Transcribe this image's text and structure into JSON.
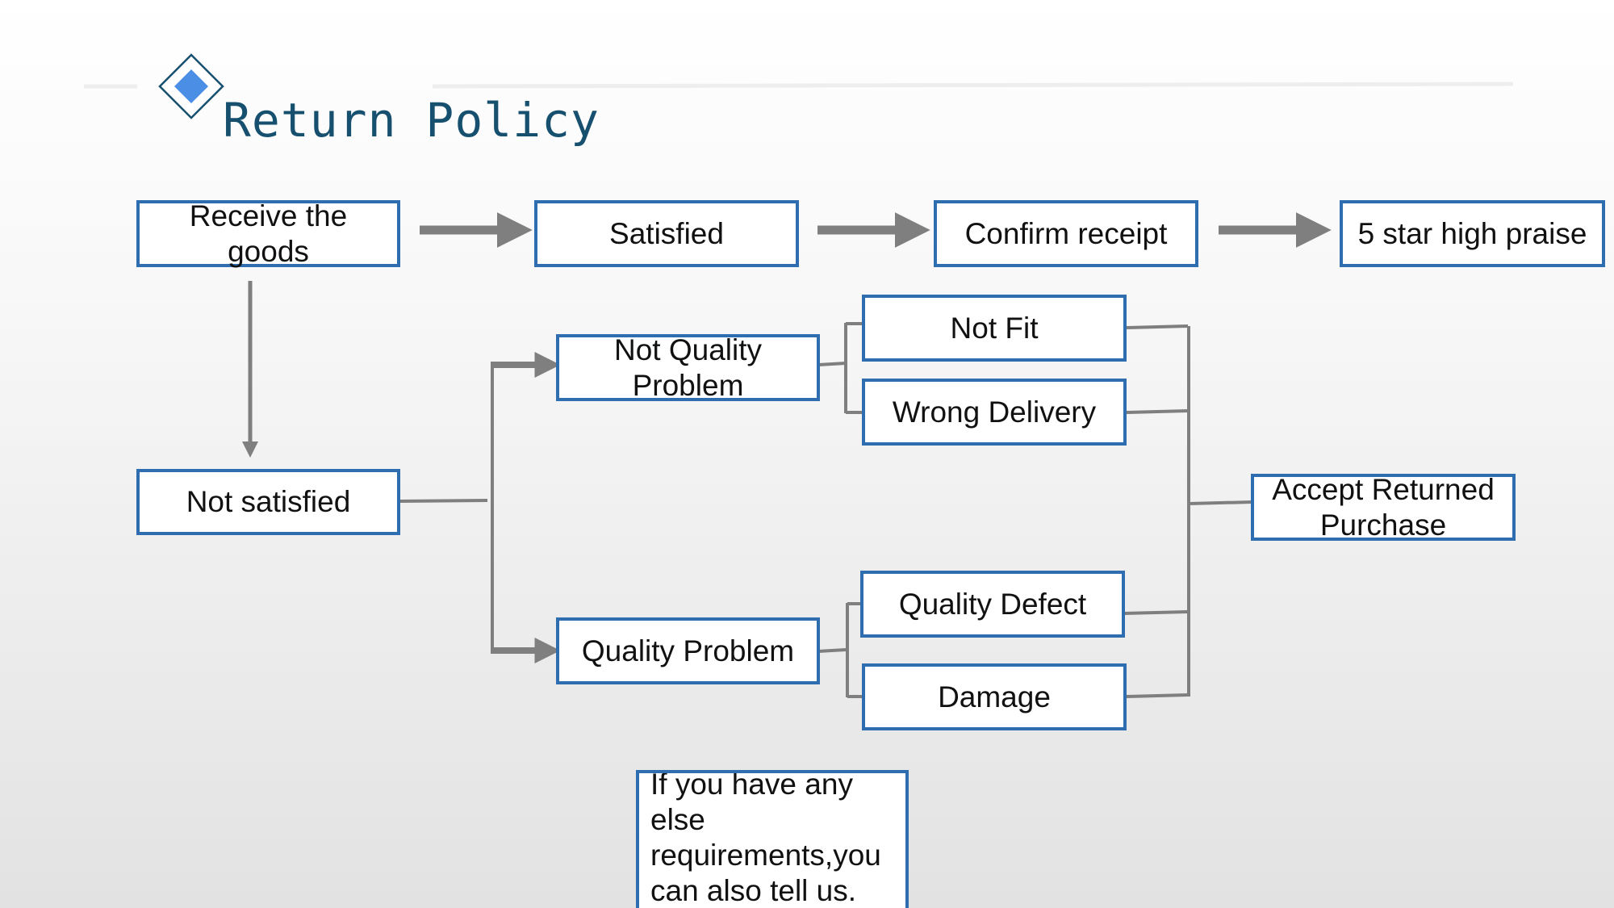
{
  "title": "Return Policy",
  "colors": {
    "box_border": "#2e6db0",
    "connector": "#7f7f7f",
    "title": "#16506e",
    "diamond": "#4a8ee6"
  },
  "icons": [
    "diamond-icon"
  ],
  "nodes": {
    "receive": "Receive the goods",
    "satisfied": "Satisfied",
    "confirm": "Confirm receipt",
    "praise": "5 star high praise",
    "not_satisfied": "Not satisfied",
    "not_quality": "Not Quality Problem",
    "quality_problem": "Quality Problem",
    "not_fit": "Not Fit",
    "wrong_delivery": "Wrong Delivery",
    "quality_defect": "Quality Defect",
    "damage": "Damage",
    "accept_return": "Accept Returned Purchase",
    "note": "If you have any else requirements,you can also tell us."
  }
}
